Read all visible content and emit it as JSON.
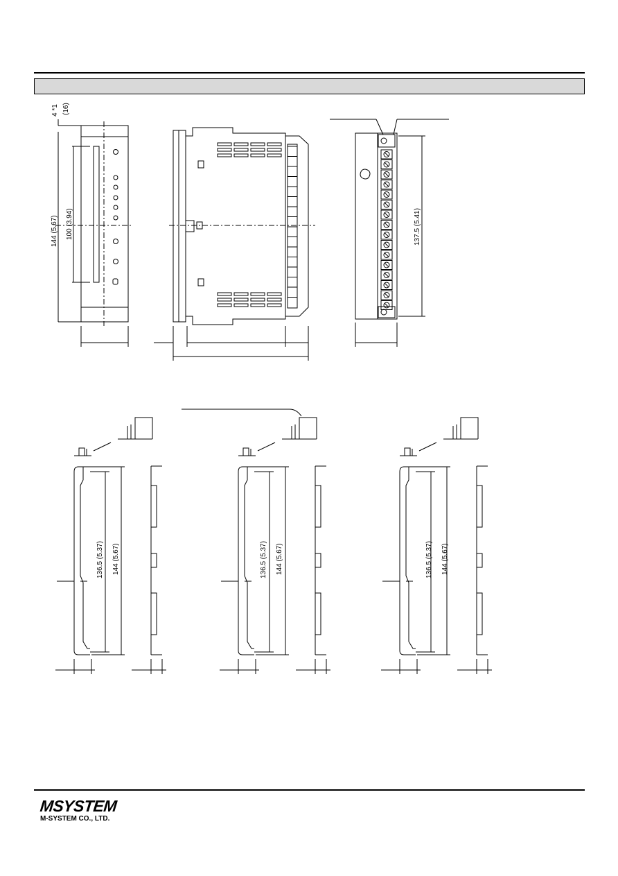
{
  "header": {
    "section_title": ""
  },
  "dimensions": {
    "front_note": "4 *1",
    "front_note_inch": "(16)",
    "front_height": "144 (5.67)",
    "front_window": "100 (3.94)",
    "rear_terminal_span": "137.5 (5.41)",
    "bracket_inner": "136.5 (5.37)",
    "bracket_outer": "144 (5.67)"
  },
  "footer": {
    "logo_text": "MSYSTEM",
    "company": "M-SYSTEM CO., LTD."
  },
  "colors": {
    "title_bar": "#d9d9d9",
    "line": "#000000"
  }
}
